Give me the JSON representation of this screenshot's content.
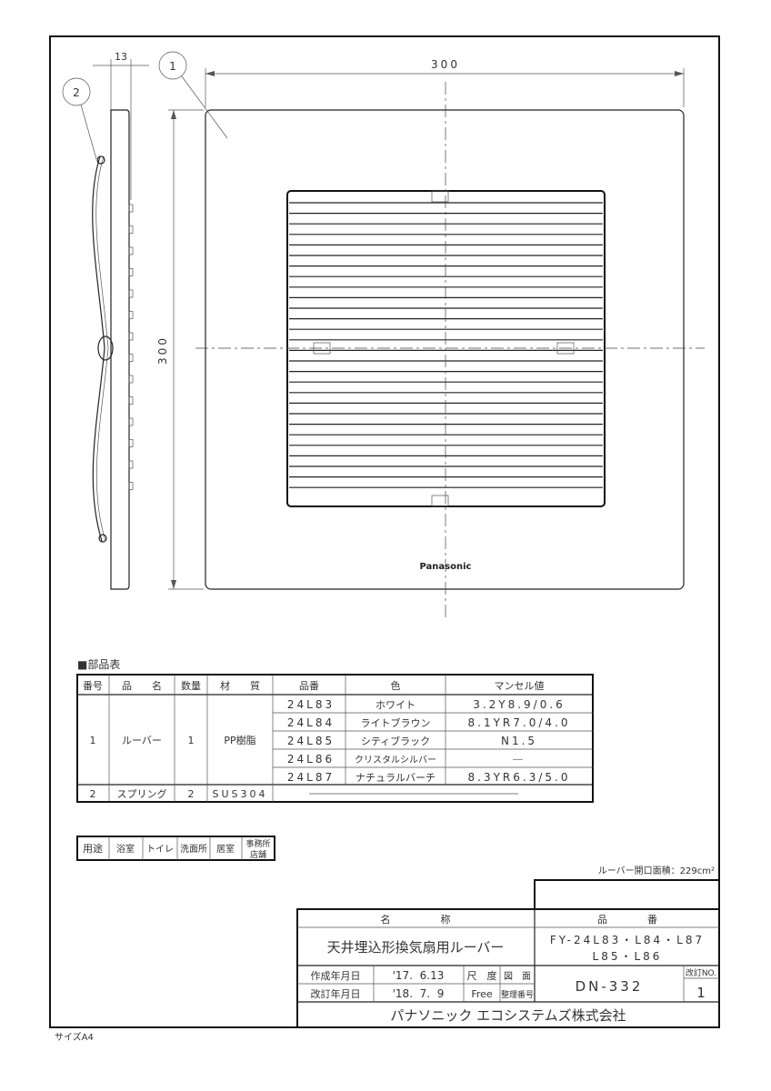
{
  "drawing": {
    "dim_width": "300",
    "dim_height": "300",
    "dim_depth": "13",
    "balloon_1": "1",
    "balloon_2": "2",
    "logo": "Panasonic"
  },
  "parts_table": {
    "title": "■部品表",
    "headers": [
      "番号",
      "品　　名",
      "数量",
      "材　　質",
      "品番",
      "色",
      "マンセル値"
    ],
    "louver": {
      "no": "1",
      "name": "ルーバー",
      "qty": "1",
      "material": "PP樹脂"
    },
    "variants": [
      {
        "code": "24L83",
        "color": "ホワイト",
        "munsell": "3.2Y8.9/0.6"
      },
      {
        "code": "24L84",
        "color": "ライトブラウン",
        "munsell": "8.1YR7.0/4.0"
      },
      {
        "code": "24L85",
        "color": "シティブラック",
        "munsell": "N1.5"
      },
      {
        "code": "24L86",
        "color": "クリスタルシルバー",
        "munsell": "—"
      },
      {
        "code": "24L87",
        "color": "ナチュラルバーチ",
        "munsell": "8.3YR6.3/5.0"
      }
    ],
    "spring": {
      "no": "2",
      "name": "スプリング",
      "qty": "2",
      "material": "SUS304"
    }
  },
  "usage_table": {
    "label": "用途",
    "cells": [
      "浴室",
      "トイレ",
      "洗面所",
      "居室"
    ],
    "last_line1": "事務所",
    "last_line2": "店舗"
  },
  "opening_area": "ルーバー開口面積：229cm²",
  "title_block": {
    "name_header": "名　　　　　称",
    "code_header": "品　　　　番",
    "product_name": "天井埋込形換気扇用ルーバー",
    "product_code_1": "FY-24L83・L84・L87",
    "product_code_2": "L85・L86",
    "created_label": "作成年月日",
    "created_date": "'17.  6.13",
    "revised_label": "改訂年月日",
    "revised_date": "'18.  7.  9",
    "scale_label": "尺　度",
    "scale_value": "Free",
    "drawing_label": "図　面",
    "drawing_label2": "整理番号",
    "drawing_number": "DN-332",
    "revision_label": "改訂NO.",
    "revision_number": "1",
    "company": "パナソニック エコシステムズ株式会社"
  },
  "paper_size": "サイズA4"
}
